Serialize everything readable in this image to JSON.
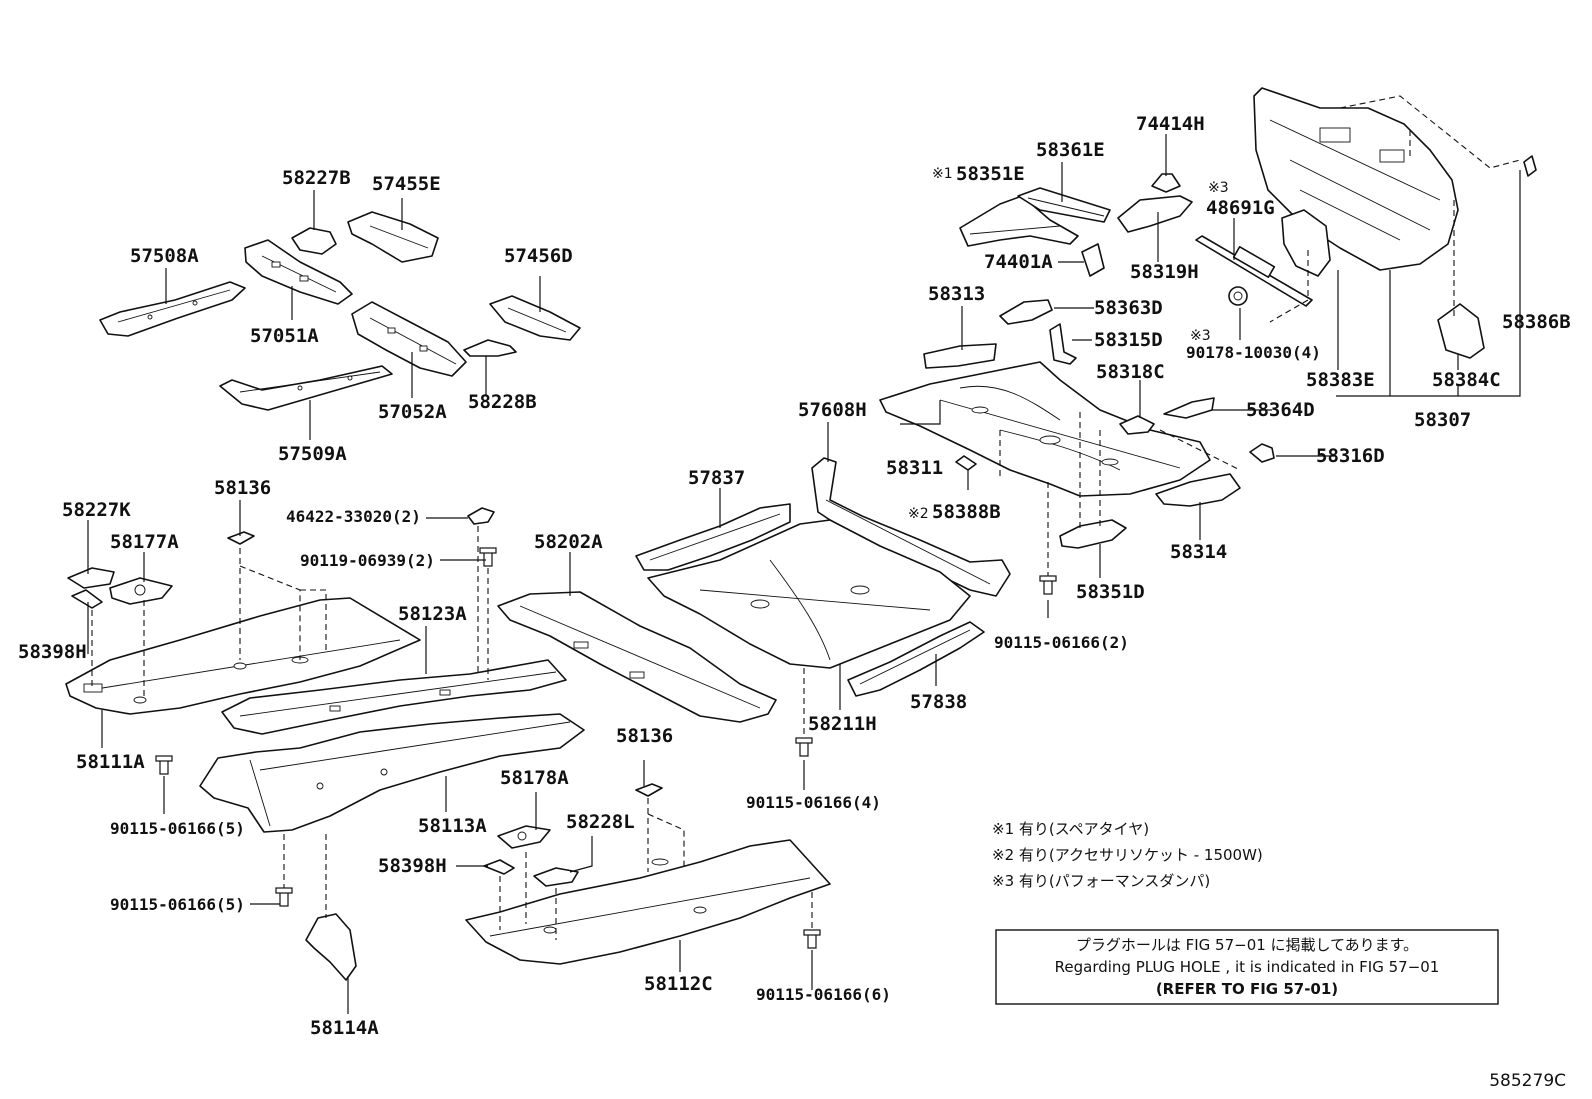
{
  "parts": {
    "p58227B": "58227B",
    "p57455E": "57455E",
    "p57508A": "57508A",
    "p57456D": "57456D",
    "p57051A": "57051A",
    "p57052A": "57052A",
    "p58228B": "58228B",
    "p57509A": "57509A",
    "p58351E": "58351E",
    "p58361E": "58361E",
    "p74414H": "74414H",
    "p48691G": "48691G",
    "p74401A": "74401A",
    "p58319H": "58319H",
    "p58313": "58313",
    "p58363D": "58363D",
    "p58315D": "58315D",
    "p90178": "90178-10030(4)",
    "p58386B": "58386B",
    "p58383E": "58383E",
    "p58384C": "58384C",
    "p58307": "58307",
    "p58318C": "58318C",
    "p57608H": "57608H",
    "p58364D": "58364D",
    "p58311": "58311",
    "p58316D": "58316D",
    "p58388B": "58388B",
    "p58314": "58314",
    "p58351D": "58351D",
    "p90115_2": "90115-06166(2)",
    "p57837": "57837",
    "p58227K": "58227K",
    "p58136a": "58136",
    "p46422": "46422-33020(2)",
    "p58177A": "58177A",
    "p90119": "90119-06939(2)",
    "p58202A": "58202A",
    "p58123A": "58123A",
    "p58398Ha": "58398H",
    "p58211H": "58211H",
    "p57838": "57838",
    "p58111A": "58111A",
    "p90115_4": "90115-06166(4)",
    "p58136b": "58136",
    "p58178A": "58178A",
    "p90115_5a": "90115-06166(5)",
    "p58113A": "58113A",
    "p58228L": "58228L",
    "p58398Hb": "58398H",
    "p90115_5b": "90115-06166(5)",
    "p58112C": "58112C",
    "p90115_6": "90115-06166(6)",
    "p58114A": "58114A"
  },
  "marks": {
    "m1": "※1",
    "m2": "※2",
    "m3a": "※3",
    "m3b": "※3"
  },
  "notes": [
    "※1 有り(スペアタイヤ)",
    "※2 有り(アクセサリソケット - 1500W)",
    "※3 有り(パフォーマンスダンパ)"
  ],
  "reference": {
    "line1": "プラグホールは FIG 57−01 に掲載してあります。",
    "line2": "Regarding  PLUG  HOLE , it is indicated in FIG  57−01",
    "line3": "(REFER TO FIG 57-01)"
  },
  "figure_code": "585279C"
}
